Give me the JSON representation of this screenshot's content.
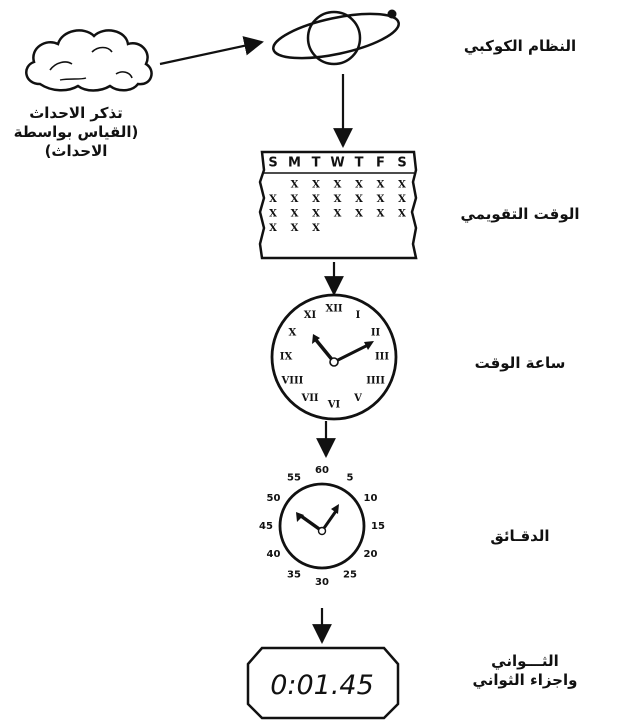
{
  "labels": {
    "memory": [
      "تذكر الاحداث",
      "(القياس بواسطة",
      "الاحداث)"
    ],
    "planetary": "النظام الكوكبي",
    "calendar": "الوقت التقويمي",
    "clock": "ساعة الوقت",
    "minutes": "الدقـائق",
    "seconds": [
      "الثـــواني",
      "واجزاء الثواني"
    ]
  },
  "calendar": {
    "days": [
      "S",
      "M",
      "T",
      "W",
      "T",
      "F",
      "S"
    ],
    "mark": "X"
  },
  "clock_numerals": [
    "XII",
    "I",
    "II",
    "III",
    "IIII",
    "V",
    "VI",
    "VII",
    "VIII",
    "IX",
    "X",
    "XI"
  ],
  "minute_dial": [
    "60",
    "5",
    "10",
    "15",
    "20",
    "25",
    "30",
    "35",
    "40",
    "45",
    "50",
    "55"
  ],
  "digital_readout": "0:01.45"
}
